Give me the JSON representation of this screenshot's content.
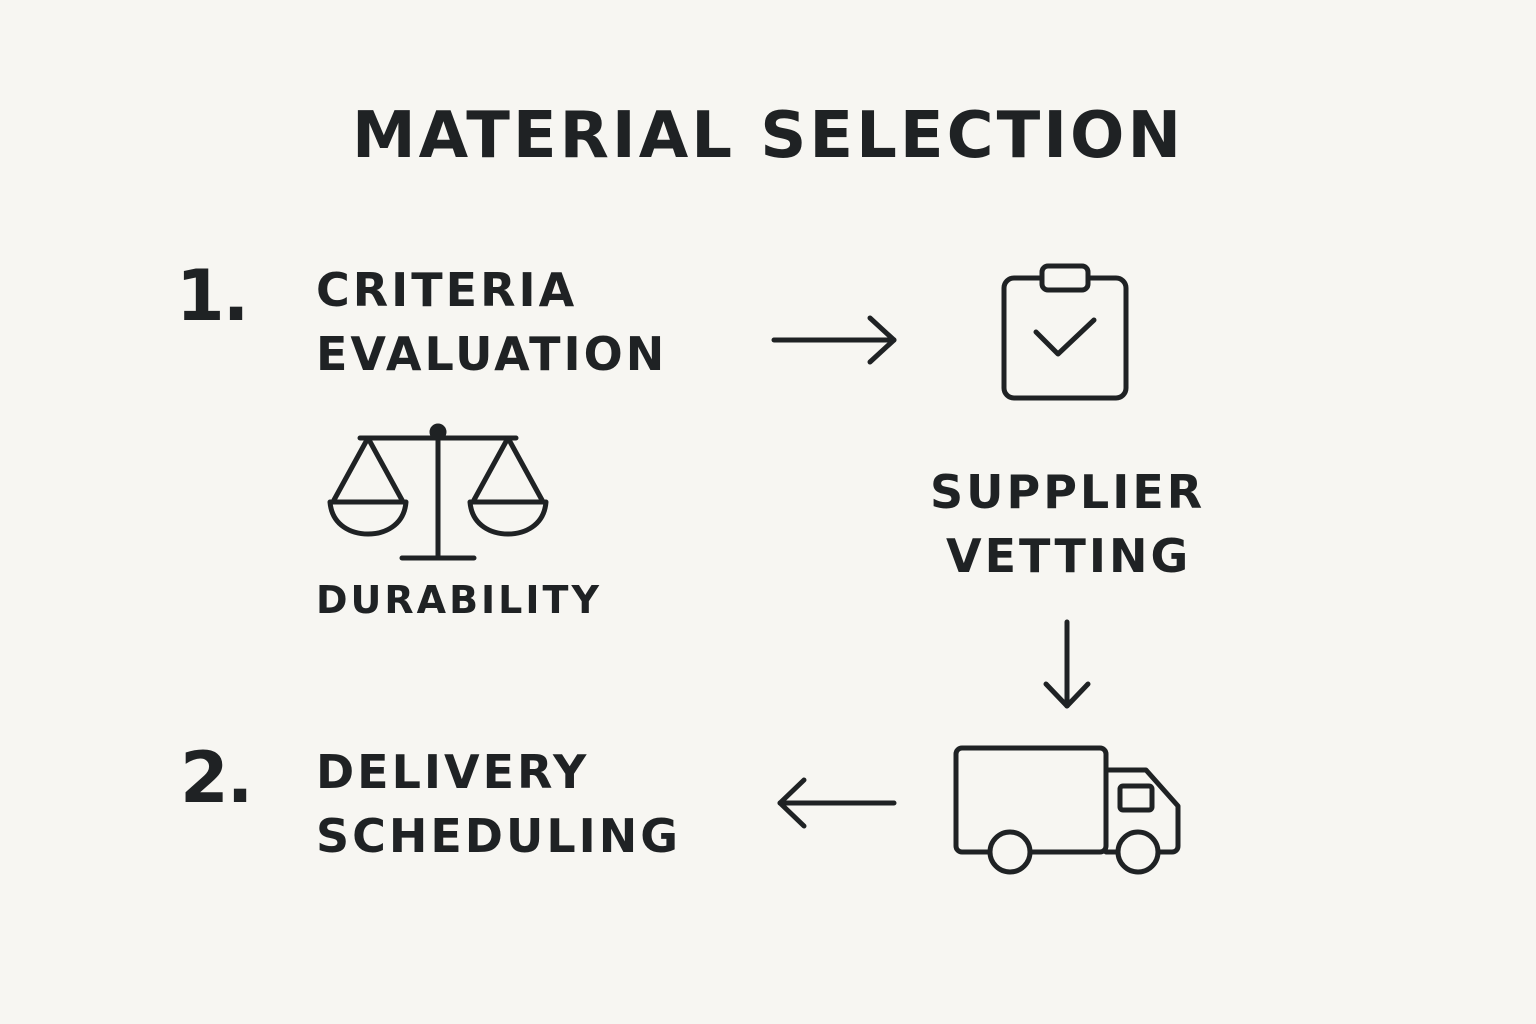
{
  "title": "MATERIAL SELECTION",
  "steps": [
    {
      "number": "1.",
      "line1": "CRITERIA",
      "line2": "EVALUATION"
    },
    {
      "number": "2.",
      "line1": "DELIVERY",
      "line2": "SCHEDULING"
    }
  ],
  "supplier": {
    "line1": "SUPPLIER",
    "line2": "VETTING"
  },
  "durability": {
    "label": "DURABILITY"
  },
  "icons": [
    "scales-icon",
    "clipboard-check-icon",
    "truck-icon",
    "arrow-right-icon",
    "arrow-down-icon",
    "arrow-left-icon"
  ]
}
